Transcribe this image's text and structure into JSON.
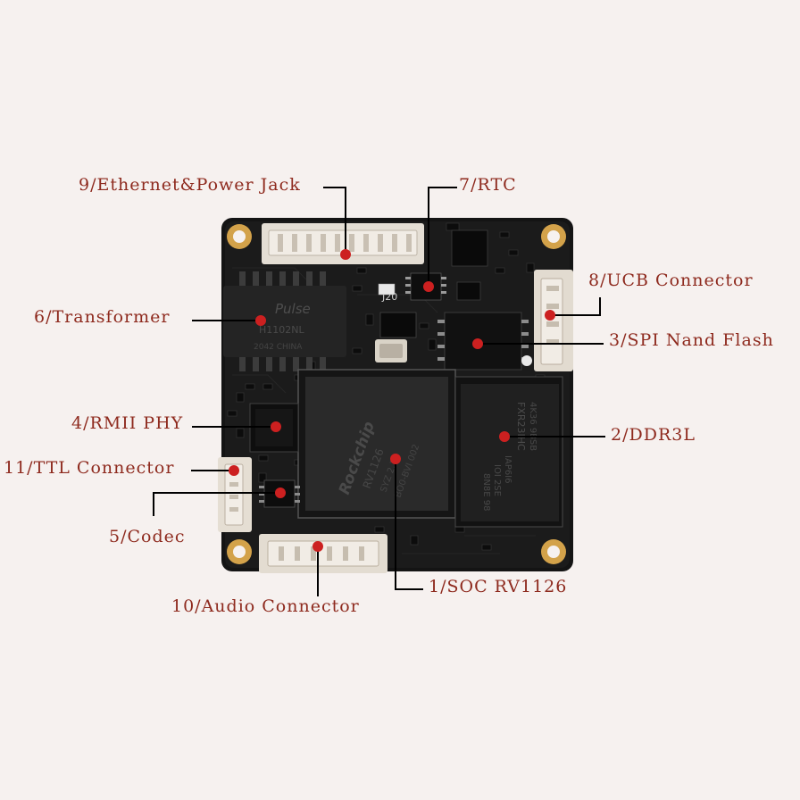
{
  "colors": {
    "background": "#f6f1ef",
    "label_text": "#8e2a1e",
    "pcb": "#141414",
    "leader_line": "#000000",
    "marker": "#cc2020",
    "gold_pad": "#d3a24a"
  },
  "labels": {
    "soc": "1/SOC RV1126",
    "ddr": "2/DDR3L",
    "spi": "3/SPI Nand Flash",
    "rmii": "4/RMII PHY",
    "codec": "5/Codec",
    "transformer": "6/Transformer",
    "rtc": "7/RTC",
    "ucb": "8/UCB Connector",
    "ethernet": "9/Ethernet&Power Jack",
    "audio": "10/Audio Connector",
    "ttl": "11/TTL Connector"
  },
  "chip_markings": {
    "soc_brand": "Rockchip",
    "soc_model": "RV1126",
    "soc_line2": "SYZ 2.30",
    "soc_line3": "BO0-BVI 002",
    "transformer_brand": "Pulse",
    "transformer_model": "H1102NL",
    "transformer_origin": "2042 CHINA",
    "ddr_line1": "FXR23IHC",
    "ddr_line2": "4K36 9BSB",
    "ddr_line3": "IAP6I6",
    "ddr_line4": "IOI 2SE",
    "ddr_line5": "8N8E 98",
    "board_silk": "J20"
  }
}
